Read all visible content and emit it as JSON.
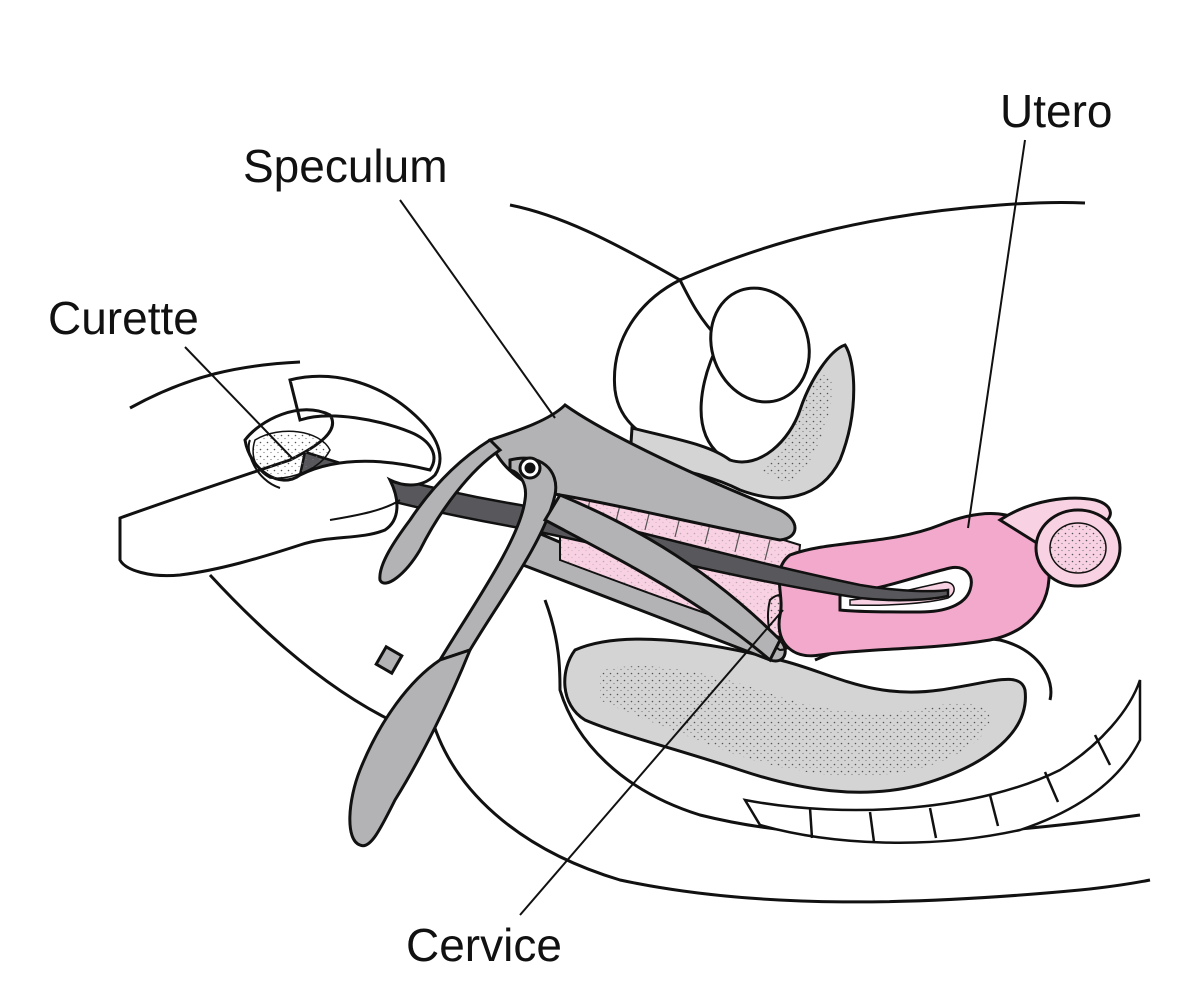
{
  "labels": {
    "utero": "Utero",
    "speculum": "Speculum",
    "curette": "Curette",
    "cervice": "Cervice"
  },
  "colors": {
    "uterus_pink": "#f3a9cc",
    "canal_pink": "#f8d2e2",
    "instrument_gray": "#b3b3b5",
    "organ_gray": "#d4d4d4",
    "curette_dark": "#58585c",
    "outline": "#111111"
  },
  "icons": [
    "hand",
    "speculum",
    "curette",
    "uterus",
    "ovary",
    "bladder",
    "rectum",
    "pubic-bone",
    "spine"
  ]
}
